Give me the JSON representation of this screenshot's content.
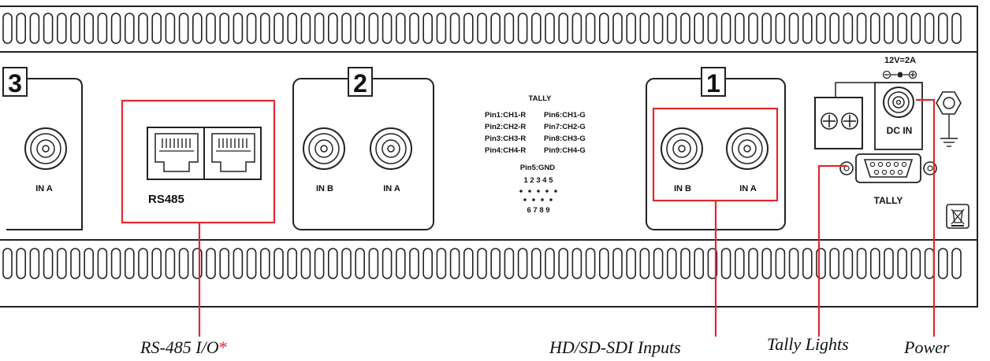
{
  "panel": {
    "section_3": "3",
    "section_2": "2",
    "section_1": "1",
    "in_a": "IN A",
    "in_b": "IN B",
    "rs485": "RS485",
    "dc_rating": "12V=2A",
    "dc_in": "DC IN",
    "tally": "TALLY"
  },
  "tally_table": {
    "title": "TALLY",
    "rows": [
      [
        "Pin1:CH1-R",
        "Pin6:CH1-G"
      ],
      [
        "Pin2:CH2-R",
        "Pin7:CH2-G"
      ],
      [
        "Pin3:CH3-R",
        "Pin8:CH3-G"
      ],
      [
        "Pin4:CH4-R",
        "Pin9:CH4-G"
      ]
    ],
    "gnd": "Pin5:GND",
    "top_pins": "1 2 3 4 5",
    "bottom_pins": "6 7 8 9"
  },
  "callouts": {
    "rs485": "RS-485 I/O",
    "rs485_mark": "*",
    "sdi": "HD/SD-SDI Inputs",
    "tally": "Tally Lights",
    "power": "Power"
  },
  "colors": {
    "highlight": "#e0282e",
    "ink": "#111111"
  }
}
